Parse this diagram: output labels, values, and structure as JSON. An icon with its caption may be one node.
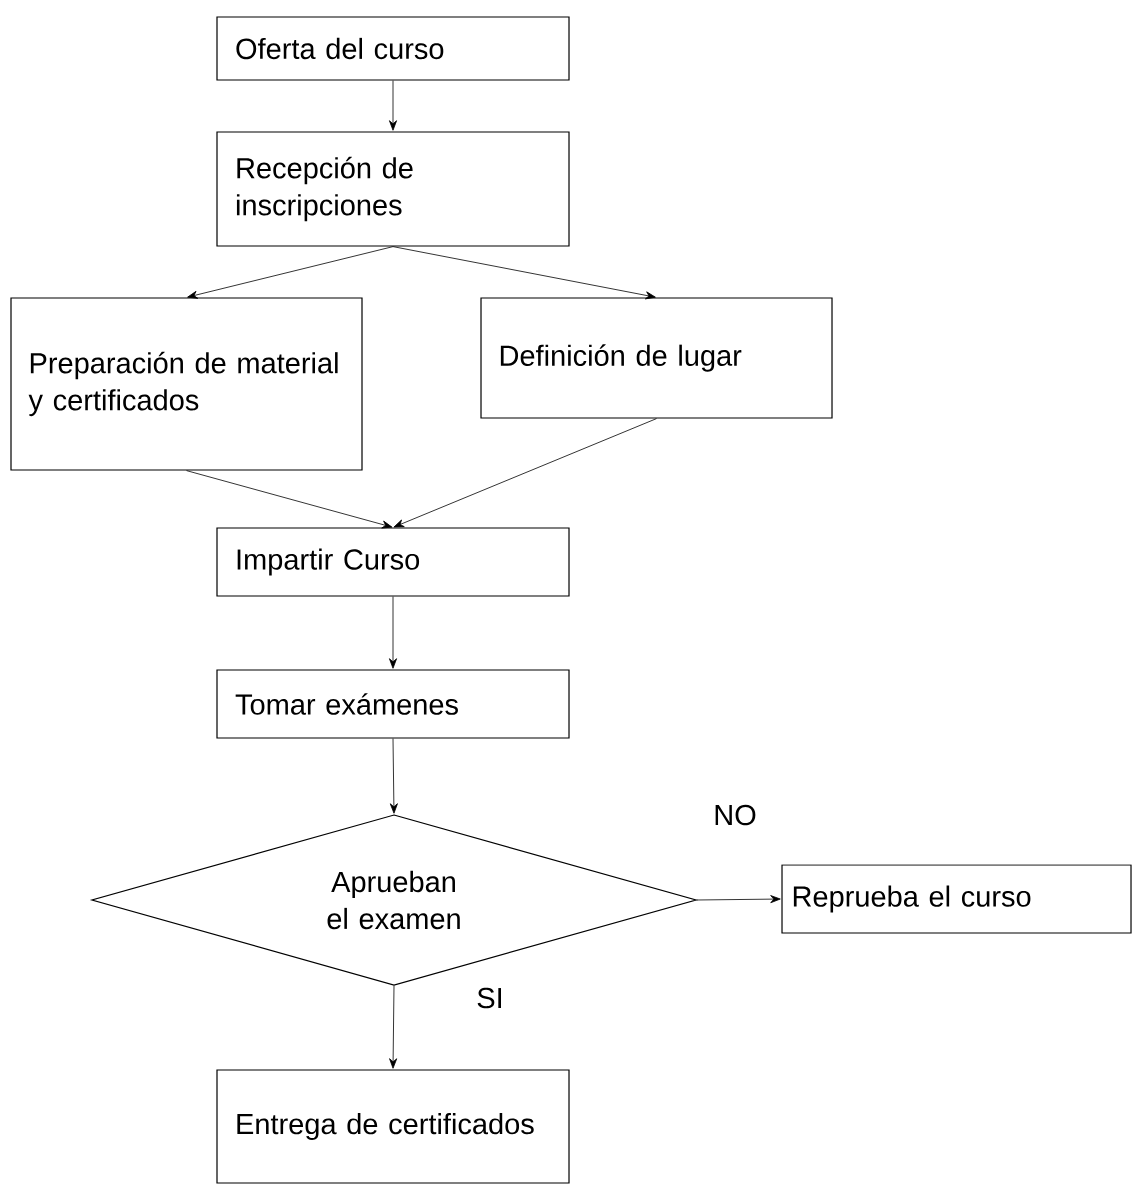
{
  "diagram": {
    "nodes": [
      {
        "text": [
          "Oferta del curso"
        ]
      },
      {
        "text": [
          "Recepción de inscripciones"
        ]
      },
      {
        "text": [
          "Preparación de material y certificados"
        ]
      },
      {
        "text": [
          "Definición de lugar"
        ]
      },
      {
        "text": [
          "Impartir Curso"
        ]
      },
      {
        "text": [
          "Tomar exámenes"
        ]
      },
      {
        "text": [
          "Aprueban el examen"
        ]
      },
      {
        "text": [
          "Reprueba el curso"
        ]
      },
      {
        "text": [
          "Entrega de certificados"
        ]
      }
    ],
    "edges": [
      {
        "from": 0,
        "to": 1,
        "arrow": "to"
      },
      {
        "from": 1,
        "to": 2,
        "arrow": "to"
      },
      {
        "from": 1,
        "to": 3,
        "arrow": "to"
      },
      {
        "from": 2,
        "to": 4,
        "arrow": "to"
      },
      {
        "from": 3,
        "to": 4,
        "arrow": "to"
      },
      {
        "from": 4,
        "to": 5,
        "arrow": "to"
      },
      {
        "from": 5,
        "to": 6,
        "arrow": "to"
      },
      {
        "from": 6,
        "to": 7,
        "label": "NO",
        "arrow": "to"
      },
      {
        "from": 6,
        "to": 8,
        "label": "SI",
        "arrow": "to"
      }
    ]
  }
}
